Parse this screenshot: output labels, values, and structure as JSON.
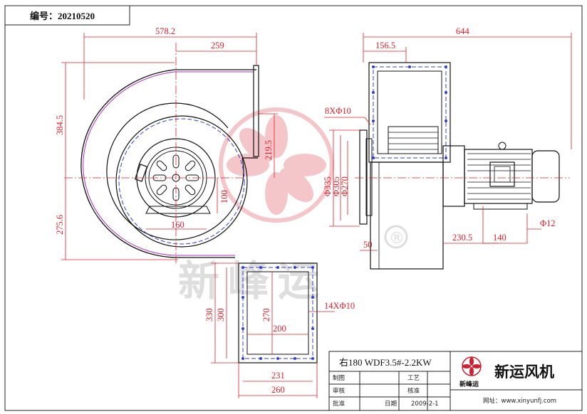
{
  "header": {
    "drawing_no": "编号：20210520"
  },
  "dimensions": {
    "total_width": "578.2",
    "outlet_offset": "259",
    "height_upper": "384.5",
    "height_lower": "275.6",
    "outlet_height": "219.5",
    "base_offset": "100",
    "base_width": "160",
    "motor_total": "644",
    "flange_width": "156.5",
    "bolt_holes": "8XΦ10",
    "d1": "Φ335",
    "d2": "Φ305",
    "d3": "Φ270",
    "gap": "50",
    "motor_base": "230.5",
    "motor_feet": "140",
    "shaft": "Φ12",
    "outlet_h_outer": "330",
    "outlet_h_mid": "300",
    "outlet_h_inner": "270",
    "outlet_w_inner": "200",
    "outlet_w_mid": "231",
    "outlet_w_outer": "260",
    "outlet_holes": "14XΦ10"
  },
  "watermark": {
    "brand": "新峰运",
    "registered": "®"
  },
  "title_block": {
    "model": "右180 WDF3.5#-2.2KW",
    "company": "新运风机",
    "logo_caption": "新峰运",
    "labels": {
      "drawn": "制图",
      "checked": "审核",
      "approved": "批准",
      "process": "工艺",
      "verify": "核准",
      "date_label": "日期",
      "website": "网址：www.xinyunfj.com"
    },
    "date": "2009-2-1"
  },
  "colors": {
    "dim": "#e0202a",
    "line": "#111111",
    "hidden": "#3040d0",
    "magenta": "#b030c0"
  }
}
